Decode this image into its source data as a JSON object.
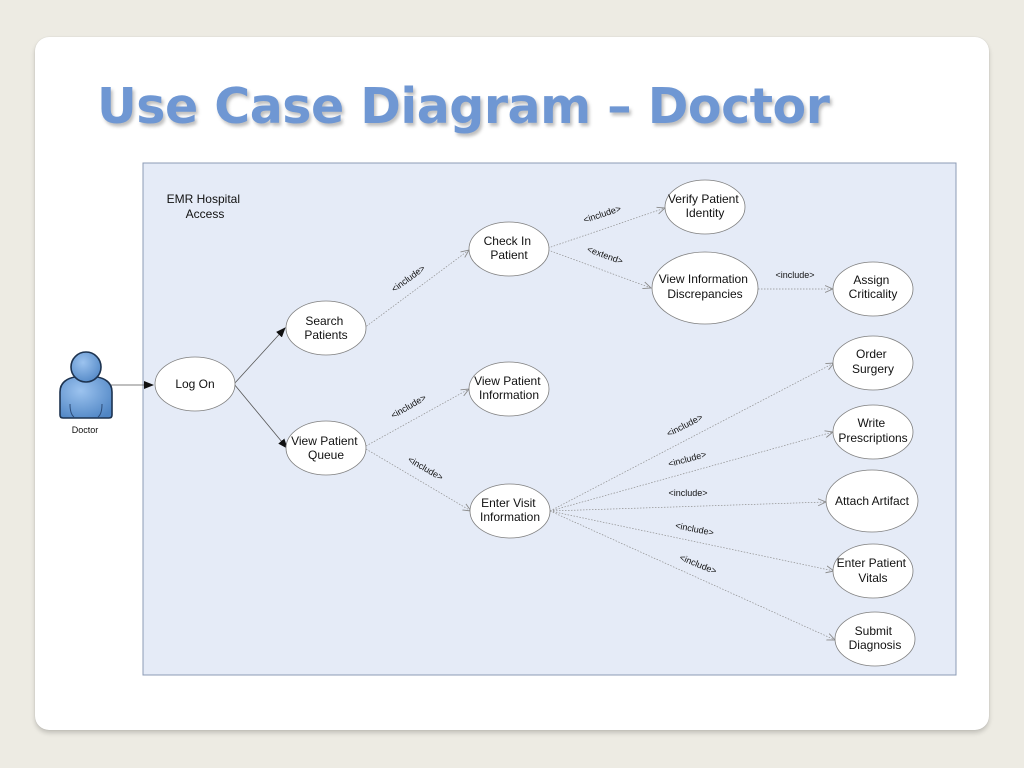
{
  "slide": {
    "title": "Use Case Diagram – Doctor"
  },
  "diagram": {
    "system_boundary_label": [
      "EMR Hospital",
      "Access"
    ],
    "actor": {
      "name": "Doctor",
      "icon": "person-icon",
      "color": "#6f9fd6"
    },
    "colors": {
      "boundary_fill": "#e5ebf7",
      "boundary_stroke": "#8c9bb5",
      "node_stroke": "#7f7f7f",
      "line": "#8f8f8f"
    },
    "use_cases": {
      "log_on": [
        "Log On"
      ],
      "search_patients": [
        "Search",
        "Patients"
      ],
      "view_patient_queue": [
        "View Patient",
        "Queue"
      ],
      "check_in_patient": [
        "Check In",
        "Patient"
      ],
      "view_patient_information": [
        "View Patient",
        "Information"
      ],
      "enter_visit_information": [
        "Enter Visit",
        "Information"
      ],
      "verify_patient_identity": [
        "Verify Patient",
        "Identity"
      ],
      "view_information_discrepancies": [
        "View Information",
        "Discrepancies"
      ],
      "assign_criticality": [
        "Assign",
        "Criticality"
      ],
      "order_surgery": [
        "Order",
        "Surgery"
      ],
      "write_prescriptions": [
        "Write",
        "Prescriptions"
      ],
      "attach_artifact": [
        "Attach Artifact"
      ],
      "enter_patient_vitals": [
        "Enter Patient",
        "Vitals"
      ],
      "submit_diagnosis": [
        "Submit",
        "Diagnosis"
      ]
    },
    "associations": [
      {
        "id": "doctor-log-on",
        "from": "doctor",
        "to": "log_on",
        "type": "association",
        "label": ""
      },
      {
        "id": "log-on-search",
        "from": "log_on",
        "to": "search_patients",
        "type": "association",
        "label": ""
      },
      {
        "id": "log-on-queue",
        "from": "log_on",
        "to": "view_patient_queue",
        "type": "association",
        "label": ""
      },
      {
        "id": "search-check-in",
        "from": "search_patients",
        "to": "check_in_patient",
        "type": "dependency",
        "label": "<include>"
      },
      {
        "id": "check-in-verify",
        "from": "check_in_patient",
        "to": "verify_patient_identity",
        "type": "dependency",
        "label": "<include>"
      },
      {
        "id": "check-in-discrepancies",
        "from": "check_in_patient",
        "to": "view_information_discrepancies",
        "type": "dependency",
        "label": "<extend>"
      },
      {
        "id": "discrepancies-criticality",
        "from": "view_information_discrepancies",
        "to": "assign_criticality",
        "type": "dependency",
        "label": "<include>"
      },
      {
        "id": "queue-view-info",
        "from": "view_patient_queue",
        "to": "view_patient_information",
        "type": "dependency",
        "label": "<include>"
      },
      {
        "id": "queue-enter-visit",
        "from": "view_patient_queue",
        "to": "enter_visit_information",
        "type": "dependency",
        "label": "<include>"
      },
      {
        "id": "visit-surgery",
        "from": "enter_visit_information",
        "to": "order_surgery",
        "type": "dependency",
        "label": "<include>"
      },
      {
        "id": "visit-prescriptions",
        "from": "enter_visit_information",
        "to": "write_prescriptions",
        "type": "dependency",
        "label": "<include>"
      },
      {
        "id": "visit-artifact",
        "from": "enter_visit_information",
        "to": "attach_artifact",
        "type": "dependency",
        "label": "<include>"
      },
      {
        "id": "visit-vitals",
        "from": "enter_visit_information",
        "to": "enter_patient_vitals",
        "type": "dependency",
        "label": "<include>"
      },
      {
        "id": "visit-diagnosis",
        "from": "enter_visit_information",
        "to": "submit_diagnosis",
        "type": "dependency",
        "label": "<include>"
      }
    ]
  }
}
